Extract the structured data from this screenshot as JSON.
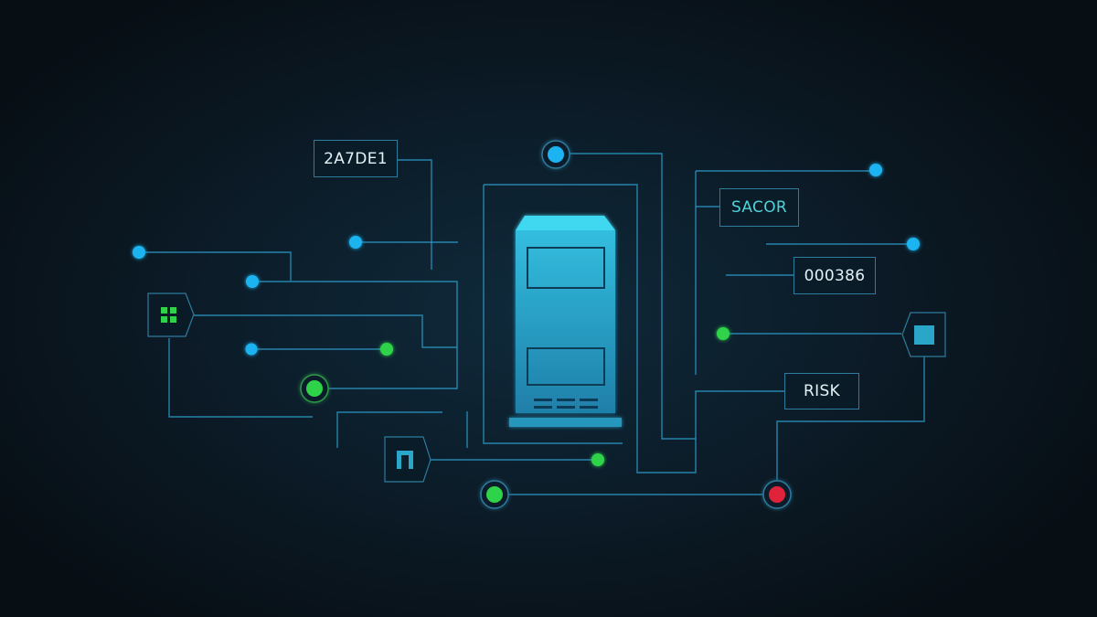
{
  "labels": {
    "id_code": "2A7DE1",
    "sacor": "SACOR",
    "number_code": "000386",
    "risk": "RISK"
  },
  "colors": {
    "background": "#0a131b",
    "wire": "#2b95c2",
    "node_blue": "#1db4f0",
    "node_green": "#2fd34a",
    "node_red": "#e0243b",
    "server_top": "#38d4ee",
    "server_body": "#2aa6c9",
    "text_accent": "#4fd3da"
  },
  "icons": {
    "server": "server-tower-icon",
    "grid_module": "grid-icon",
    "square_module": "square-icon",
    "gate_module": "gate-icon"
  }
}
